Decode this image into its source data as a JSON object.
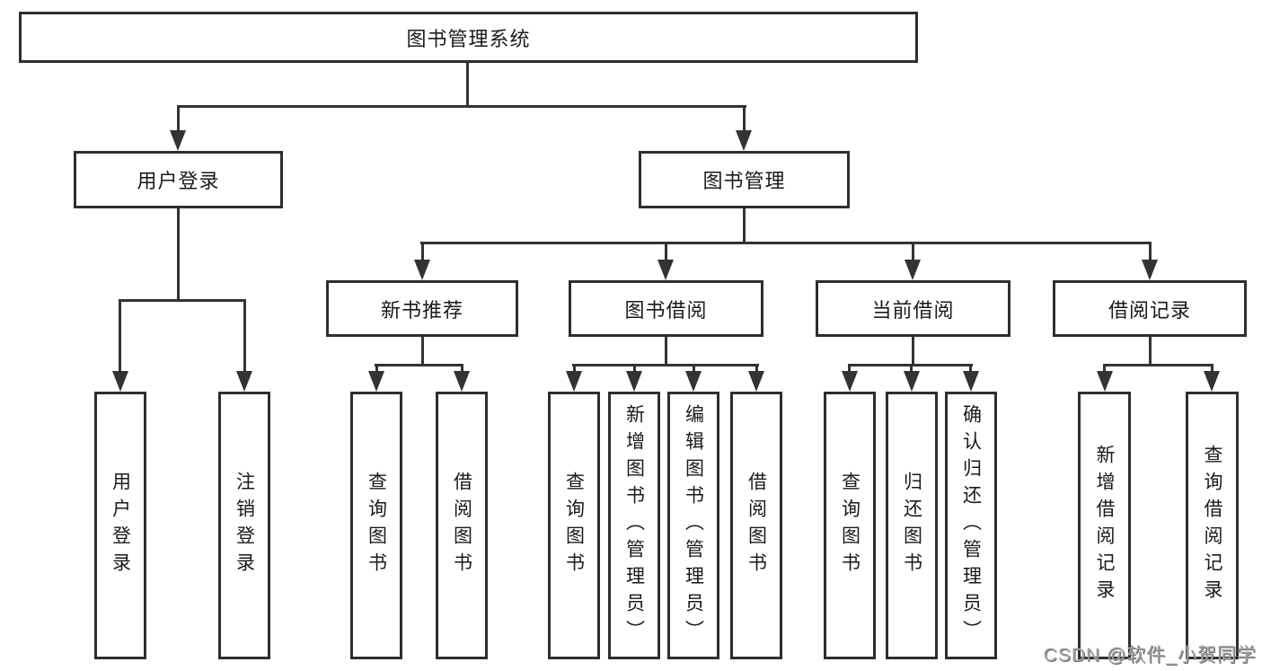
{
  "tree": {
    "root": "图书管理系统",
    "level2": [
      "用户登录",
      "图书管理"
    ],
    "level3": [
      "新书推荐",
      "图书借阅",
      "当前借阅",
      "借阅记录"
    ],
    "leaves_user_login": [
      "用户登录",
      "注销登录"
    ],
    "leaves_new_books": [
      "查询图书",
      "借阅图书"
    ],
    "leaves_book_borrow": [
      "查询图书",
      "新增图书（管理员）",
      "编辑图书（管理员）",
      "借阅图书"
    ],
    "leaves_current_borrow": [
      "查询图书",
      "归还图书",
      "确认归还（管理员）"
    ],
    "leaves_borrow_records": [
      "新增借阅记录",
      "查询借阅记录"
    ]
  },
  "watermark": "CSDN @软件_小贺同学",
  "colors": {
    "line": "#333333",
    "border": "#2e2e2e",
    "text": "#1a1a1a",
    "watermark": "#a2a2a2",
    "background": "#ffffff"
  }
}
